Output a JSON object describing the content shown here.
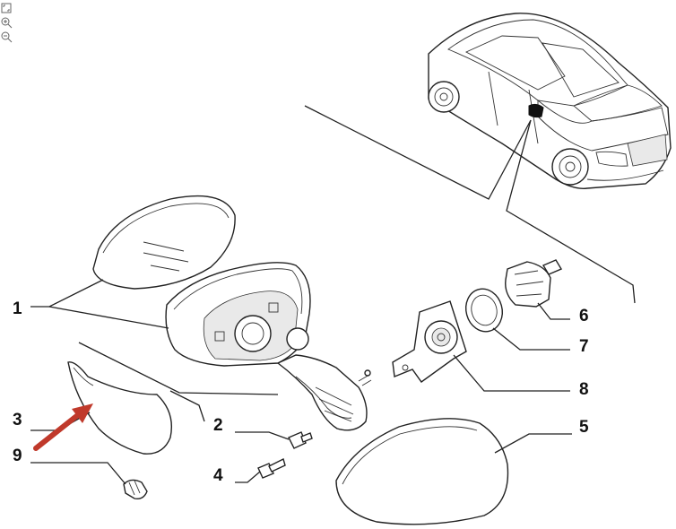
{
  "toolbar": {
    "icons": [
      "fit-page-icon",
      "zoom-in-icon",
      "zoom-out-icon"
    ]
  },
  "callouts": [
    {
      "id": "1",
      "label": "1"
    },
    {
      "id": "2",
      "label": "2"
    },
    {
      "id": "3",
      "label": "3"
    },
    {
      "id": "4",
      "label": "4"
    },
    {
      "id": "5",
      "label": "5"
    },
    {
      "id": "6",
      "label": "6"
    },
    {
      "id": "7",
      "label": "7"
    },
    {
      "id": "8",
      "label": "8"
    },
    {
      "id": "9",
      "label": "9"
    }
  ],
  "arrow_color": "#c0392b"
}
